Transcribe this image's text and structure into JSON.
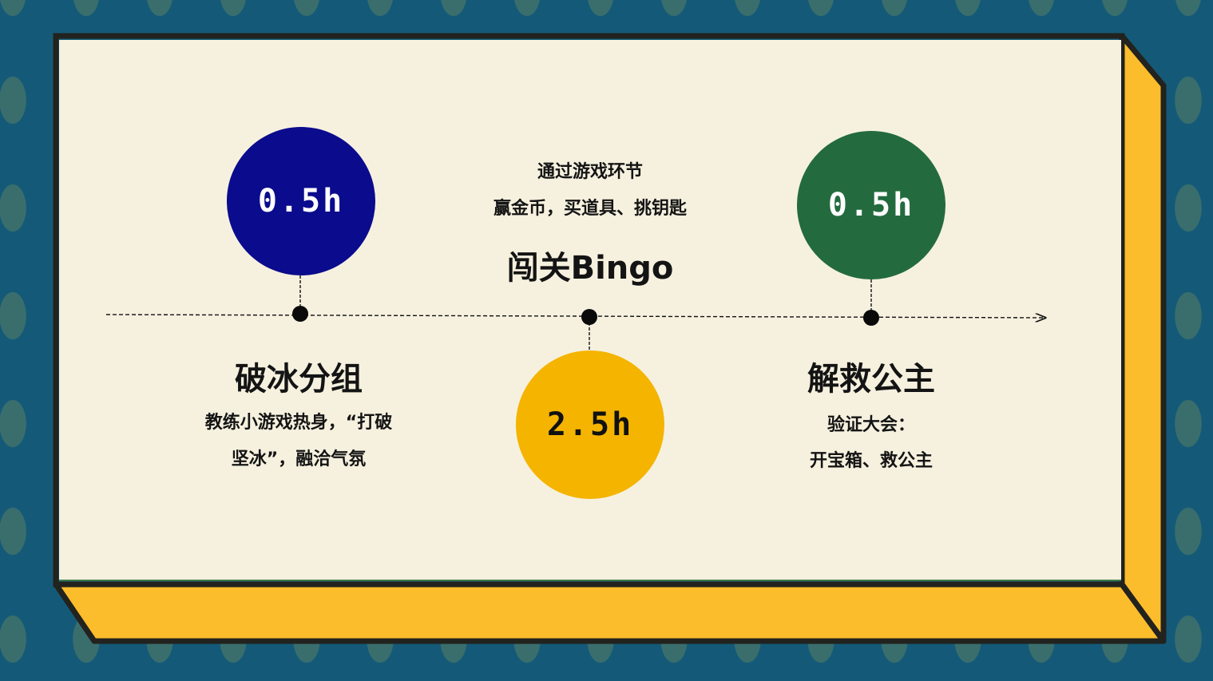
{
  "colors": {
    "background": "#145a78",
    "dots": "#3a6e6c",
    "card": "#f6f1df",
    "frame_accent": "#fbbd2c",
    "left_badge": "#0b0b8d",
    "middle_badge": "#f4b400",
    "right_badge": "#236b3e"
  },
  "timeline": {
    "stages": [
      {
        "duration": "0.5h",
        "title": "破冰分组",
        "lines": [
          "教练小游戏热身，“打破",
          "坚冰”，融洽气氛"
        ]
      },
      {
        "duration": "2.5h",
        "title": "闯关Bingo",
        "lines": [
          "通过游戏环节",
          "赢金币，买道具、挑钥匙"
        ]
      },
      {
        "duration": "0.5h",
        "title": "解救公主",
        "lines": [
          "验证大会：",
          "开宝箱、救公主"
        ]
      }
    ]
  }
}
